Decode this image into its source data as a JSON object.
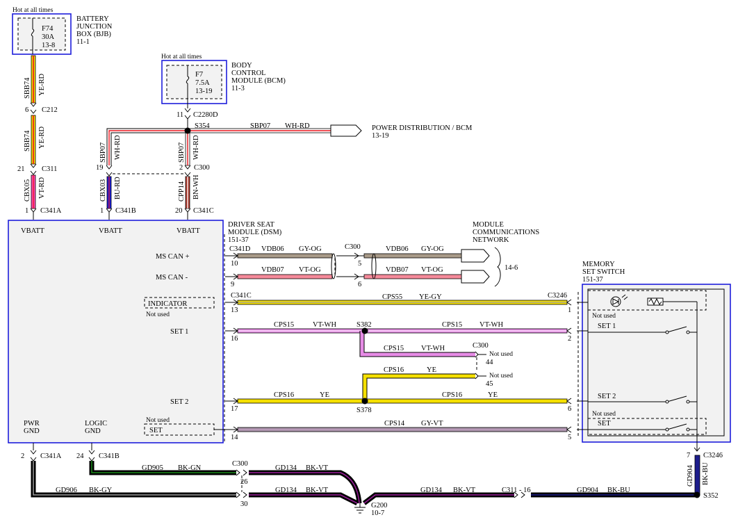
{
  "bjb": {
    "hot": "Hot at all times",
    "fuse": "F74",
    "amps": "30A",
    "ref": "13-8",
    "name1": "BATTERY",
    "name2": "JUNCTION",
    "name3": "BOX (BJB)",
    "page": "11-1"
  },
  "bcm": {
    "hot": "Hot at all times",
    "fuse": "F7",
    "amps": "7.5A",
    "ref": "13-19",
    "name1": "BODY",
    "name2": "CONTROL",
    "name3": "MODULE (BCM)",
    "page": "11-3"
  },
  "dsm": {
    "name1": "DRIVER SEAT",
    "name2": "MODULE (DSM)",
    "page": "151-37",
    "vbatt": "VBATT",
    "ms_can_plus": "MS CAN +",
    "ms_can_minus": "MS CAN -",
    "indicator": "INDICATOR",
    "not_used": "Not used",
    "set1": "SET 1",
    "set2": "SET 2",
    "set": "SET",
    "pwr": "PWR",
    "logic": "LOGIC",
    "gnd": "GND"
  },
  "mcn": {
    "l1": "MODULE",
    "l2": "COMMUNICATIONS",
    "l3": "NETWORK",
    "ref": "14-6"
  },
  "mss": {
    "l1": "MEMORY",
    "l2": "SET SWITCH",
    "page": "151-37",
    "not_used": "Not used",
    "set1": "SET 1",
    "set2": "SET 2",
    "set": "SET"
  },
  "power_dist": {
    "l1": "POWER DISTRIBUTION / BCM",
    "ref": "13-19"
  },
  "connectors": {
    "c212": "C212",
    "c311": "C311",
    "c341a": "C341A",
    "c341b": "C341B",
    "c341c": "C341C",
    "c2280d": "C2280D",
    "c300": "C300",
    "c341d": "C341D",
    "c3246": "C3246",
    "s354": "S354",
    "s382": "S382",
    "s378": "S378",
    "s352": "S352",
    "g200": "G200",
    "g200_ref": "10-7",
    "c311_16": "C311 - 16"
  },
  "pins": {
    "p6": "6",
    "p21": "21",
    "p1a": "1",
    "p1b": "1",
    "p11": "11",
    "p19": "19",
    "p2": "2",
    "p20": "20",
    "p10": "10",
    "p5": "5",
    "p9": "9",
    "p6b": "6",
    "p13": "13",
    "p1c": "1",
    "p16": "16",
    "p2b": "2",
    "p44": "44",
    "p45": "45",
    "p17": "17",
    "p6c": "6",
    "p14": "14",
    "p5b": "5",
    "p2c": "2",
    "p24": "24",
    "p26": "26",
    "p30": "30",
    "p7": "7"
  },
  "wires": {
    "sbb74": "SBB74",
    "ye_rd": "YE-RD",
    "cbx05": "CBX05",
    "vt_rd": "VT-RD",
    "sbp07": "SBP07",
    "wh_rd": "WH-RD",
    "cbx03": "CBX03",
    "bu_rd": "BU-RD",
    "cpp14": "CPP14",
    "bn_wh": "BN-WH",
    "vdb06": "VDB06",
    "gy_og": "GY-OG",
    "vdb07": "VDB07",
    "vt_og": "VT-OG",
    "cps55": "CPS55",
    "ye_gy": "YE-GY",
    "cps15": "CPS15",
    "vt_wh": "VT-WH",
    "cps16": "CPS16",
    "ye": "YE",
    "cps14": "CPS14",
    "gy_vt": "GY-VT",
    "gd905": "GD905",
    "bk_gn": "BK-GN",
    "gd906": "GD906",
    "bk_gy": "BK-GY",
    "gd134": "GD134",
    "bk_vt": "BK-VT",
    "gd904": "GD904",
    "bk_bu": "BK-BU"
  },
  "colors": {
    "yellow": "#f5e000",
    "red": "#e8141c",
    "violet": "#ff4db8",
    "blue": "#1d1ddb",
    "brown": "#b03a2e",
    "gray": "#a89a88",
    "pink": "#f58a9a",
    "lavender": "#e78ce6",
    "black": "#000000",
    "green": "#1a8a1a",
    "purple": "#9c1e9c",
    "navy": "#1d1d8c"
  }
}
